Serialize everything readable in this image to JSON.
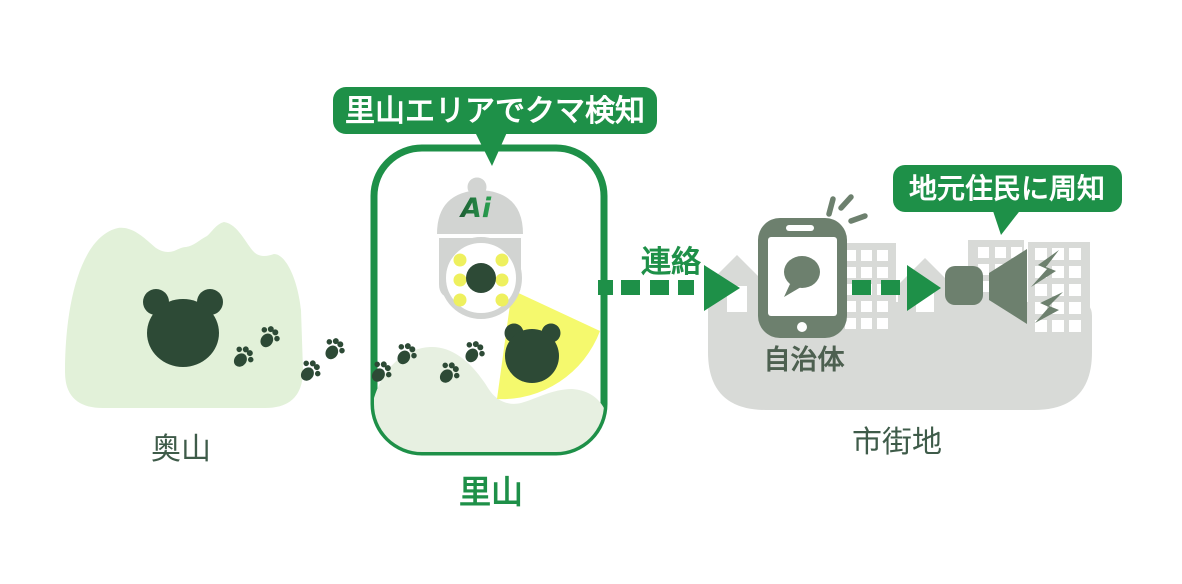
{
  "zones": {
    "okuyama": {
      "label": "奥山"
    },
    "satoyama": {
      "label": "里山",
      "callout": "里山エリアでクマ検知",
      "camera_logo": "Ai"
    },
    "city": {
      "label": "市街地",
      "municipality_label": "自治体",
      "callout": "地元住民に周知"
    }
  },
  "flow": {
    "contact_label": "連絡"
  },
  "colors": {
    "brand_green": "#1e9048",
    "dark_green": "#2d4a36",
    "label_green": "#3e5b49",
    "pale_green": "#e2f1d9",
    "hill_green": "#e7f0e1",
    "beam_yellow": "#f5f96d",
    "led_yellow": "#eef05e",
    "sage": "#6d806e",
    "sage_dark": "#4d6050",
    "city_gray": "#d8dad7",
    "camera_gray": "#d2d4d2",
    "white": "#ffffff"
  },
  "icons": {
    "bear-icon": "bear head silhouette",
    "paw-print-icon": "bear paw print",
    "ai-camera-icon": "AI surveillance camera",
    "spotlight-icon": "detection light beam",
    "smartphone-icon": "smartphone with chat bubble",
    "alert-icon": "notification strokes",
    "megaphone-icon": "public loudspeaker",
    "sound-bolt-icon": "lightning sound marks",
    "house-icon": "house silhouette",
    "building-icon": "building with windows",
    "dashed-arrow-icon": "dashed flow arrow"
  }
}
